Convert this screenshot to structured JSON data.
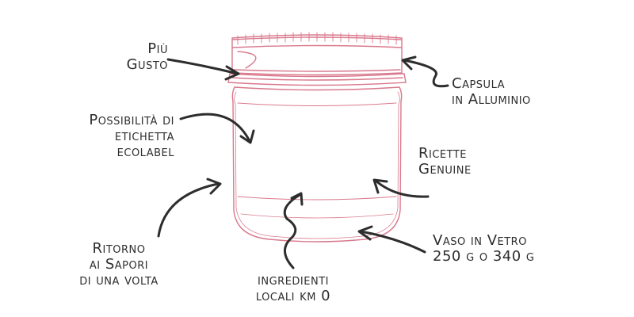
{
  "colors": {
    "ink": "#2d2d2d",
    "jar": "#d9798d"
  },
  "labels": {
    "piu_gusto": [
      "Più",
      "Gusto"
    ],
    "etichetta": [
      "Possibilità di",
      "etichetta",
      "ecolabel"
    ],
    "ritorno": [
      "Ritorno",
      "ai Sapori",
      "di una volta"
    ],
    "ingredienti": [
      "ingredienti",
      "locali km 0"
    ],
    "capsula": [
      "Capsula",
      "in Alluminio"
    ],
    "ricette": [
      "Ricette",
      "Genuine"
    ],
    "vaso": [
      "Vaso in Vetro",
      "250 g o 340 g"
    ]
  },
  "icons": [
    "jar-illustration",
    "arrow-icon"
  ]
}
